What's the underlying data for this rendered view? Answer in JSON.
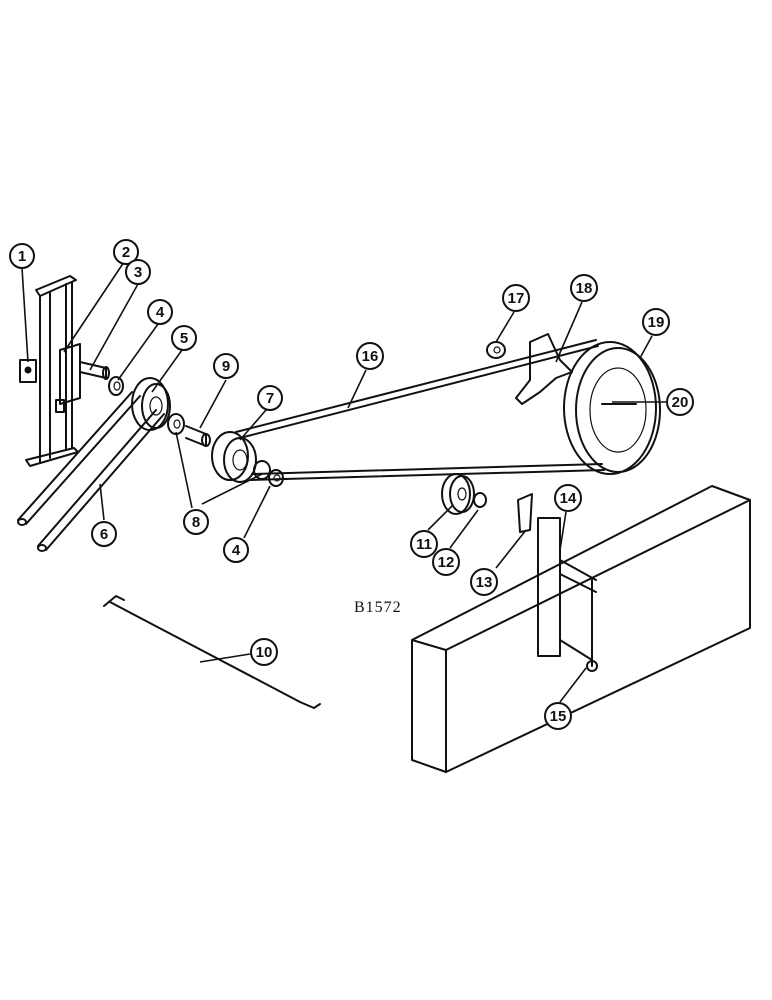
{
  "drawing": {
    "code": "B1572",
    "callouts": [
      "1",
      "2",
      "3",
      "4",
      "5",
      "6",
      "7",
      "8",
      "9",
      "10",
      "11",
      "12",
      "13",
      "14",
      "15",
      "16",
      "17",
      "18",
      "19",
      "20",
      "4"
    ]
  }
}
